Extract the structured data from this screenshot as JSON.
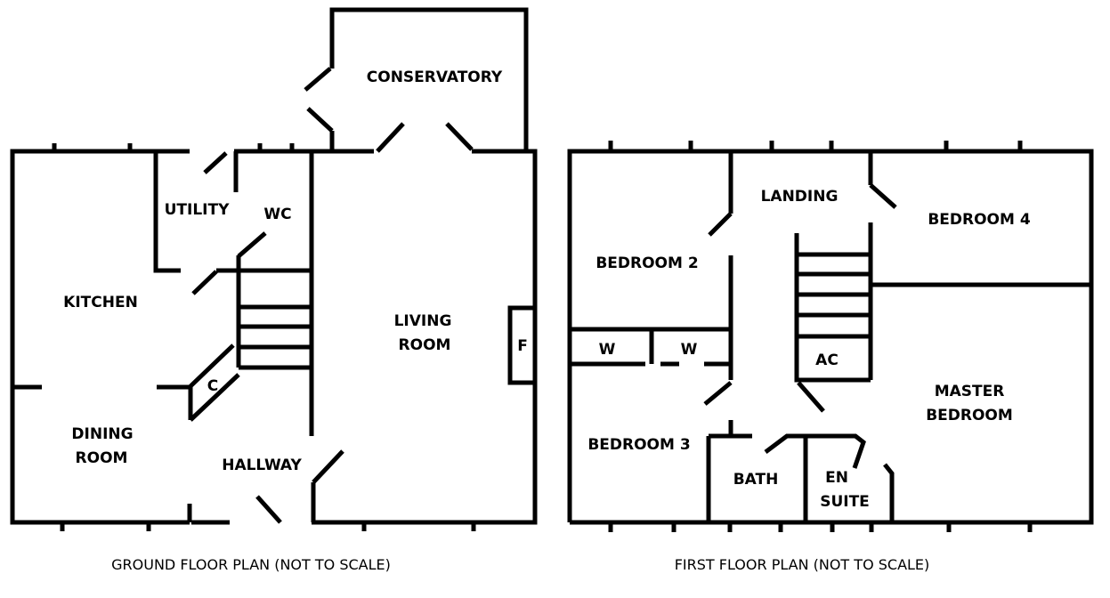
{
  "ground_floor": {
    "caption": "GROUND FLOOR PLAN (NOT TO SCALE)",
    "rooms": {
      "conservatory": "CONSERVATORY",
      "utility": "UTILITY",
      "wc": "WC",
      "kitchen": "KITCHEN",
      "living_1": "LIVING",
      "living_2": "ROOM",
      "fireplace": "F",
      "cupboard": "C",
      "dining_1": "DINING",
      "dining_2": "ROOM",
      "hallway": "HALLWAY"
    }
  },
  "first_floor": {
    "caption": "FIRST FLOOR PLAN (NOT TO SCALE)",
    "rooms": {
      "landing": "LANDING",
      "bedroom4": "BEDROOM 4",
      "bedroom2": "BEDROOM 2",
      "wardrobe1": "W",
      "wardrobe2": "W",
      "airing": "AC",
      "master_1": "MASTER",
      "master_2": "BEDROOM",
      "bedroom3": "BEDROOM 3",
      "bath": "BATH",
      "ensuite_1": "EN",
      "ensuite_2": "SUITE"
    }
  }
}
